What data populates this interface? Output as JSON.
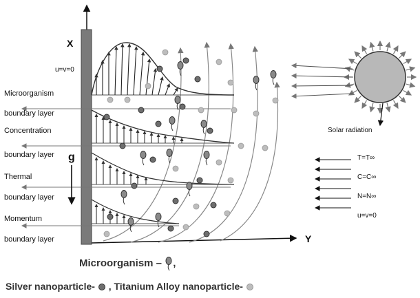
{
  "axes": {
    "x_label": "X",
    "y_label": "Y",
    "gravity_label": "g"
  },
  "wall_condition": "u=v=0",
  "boundary_layers": [
    {
      "line1": "Microorganism",
      "line2": "boundary layer"
    },
    {
      "line1": "Concentration",
      "line2": "boundary layer"
    },
    {
      "line1": "Thermal",
      "line2": "boundary layer"
    },
    {
      "line1": "Momentum",
      "line2": "boundary layer"
    }
  ],
  "sun_label": "Solar radiation",
  "free_stream": [
    "T=T∞",
    "C=C∞",
    "N=N∞",
    "u=v=0"
  ],
  "legend": {
    "microorganism": "Microorganism –",
    "silver": "Silver nanoparticle-",
    "titanium_separator": ", Titanium Alloy nanoparticle-"
  },
  "colors": {
    "wall": "#7a7a7a",
    "silver_particle": "#6e6e6e",
    "titanium_particle": "#bdbdbd",
    "sun": "#b8b8b8",
    "lines": "#555555"
  }
}
